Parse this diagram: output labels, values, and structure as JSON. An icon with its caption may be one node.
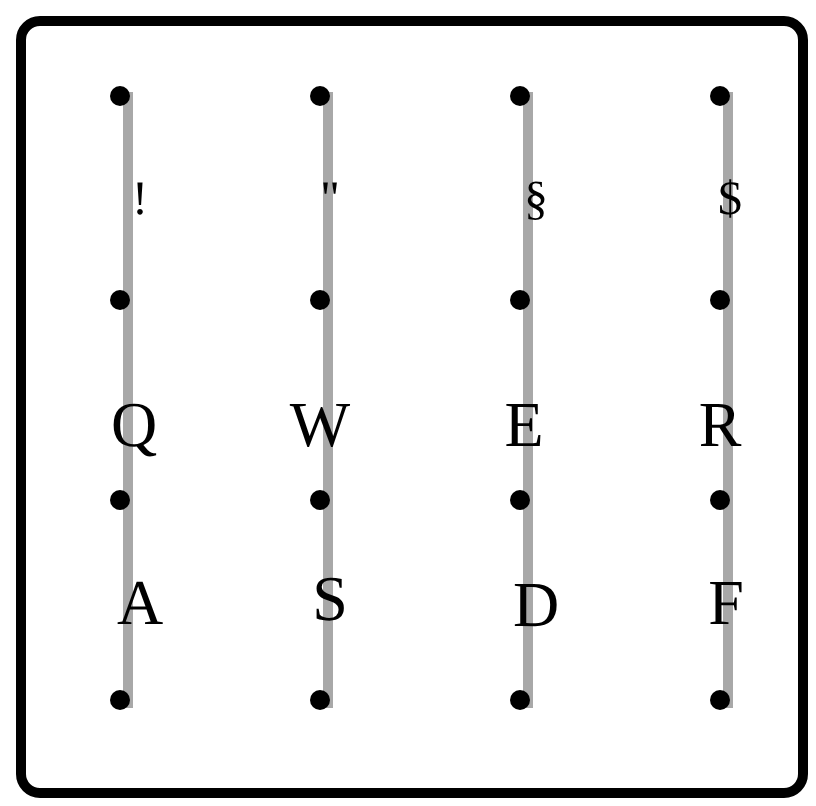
{
  "diagram": {
    "labels": [
      "!",
      "\"",
      "§",
      "$",
      "Q",
      "W",
      "E",
      "R",
      "A",
      "S",
      "D",
      "F"
    ]
  }
}
